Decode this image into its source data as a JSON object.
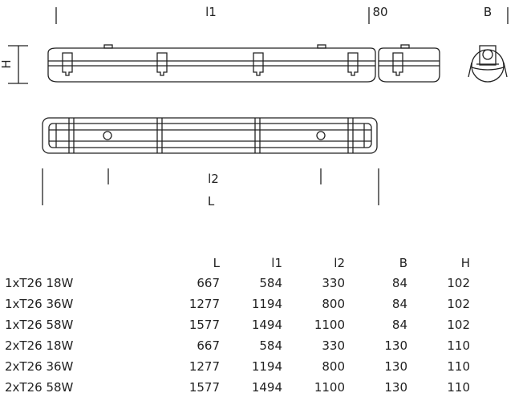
{
  "dimension_labels": {
    "l1": "l1",
    "l_80": "80",
    "b": "B",
    "h": "H",
    "l2": "l2",
    "l": "L"
  },
  "table": {
    "headers": [
      "",
      "L",
      "l1",
      "l2",
      "B",
      "H"
    ],
    "rows": [
      [
        "1xT26 18W",
        "667",
        "584",
        "330",
        "84",
        "102"
      ],
      [
        "1xT26 36W",
        "1277",
        "1194",
        "800",
        "84",
        "102"
      ],
      [
        "1xT26 58W",
        "1577",
        "1494",
        "1100",
        "84",
        "102"
      ],
      [
        "2xT26 18W",
        "667",
        "584",
        "330",
        "130",
        "110"
      ],
      [
        "2xT26 36W",
        "1277",
        "1194",
        "800",
        "130",
        "110"
      ],
      [
        "2xT26 58W",
        "1577",
        "1494",
        "1100",
        "130",
        "110"
      ]
    ]
  },
  "colors": {
    "line": "#222222"
  }
}
